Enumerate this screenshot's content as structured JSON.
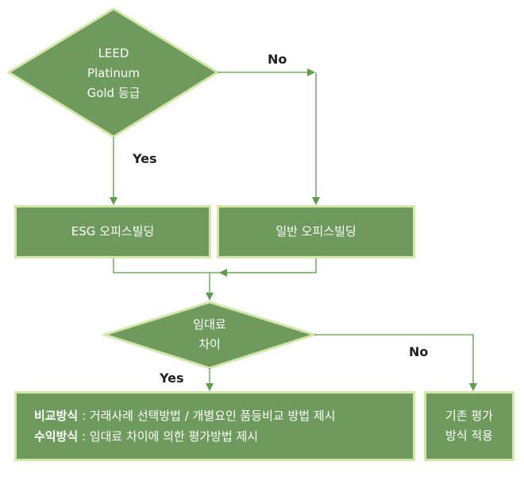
{
  "decision1": {
    "lines": [
      "LEED",
      "Platinum",
      "Gold 등급"
    ]
  },
  "label_no1": "No",
  "label_yes1": "Yes",
  "box_esg": "ESG 오피스빌딩",
  "box_general": "일반 오피스빌딩",
  "decision2": {
    "lines": [
      "임대료",
      "차이"
    ]
  },
  "label_no2": "No",
  "label_yes2": "Yes",
  "result_yes": {
    "line1_bold": "비교방식",
    "line1_rest": " : 거래사례 선택방법 / 개별요인 품등비교 방법 제시",
    "line2_bold": "수익방식",
    "line2_rest": " : 임대료 차이에 의한 평가방법 제시"
  },
  "result_no": {
    "lines": [
      "기존 평가",
      "방식 적용"
    ]
  },
  "colors": {
    "fill": "#6f9a5d",
    "border": "#d5e6a9",
    "line": "#5e9e4a",
    "text": "#ffffff"
  }
}
